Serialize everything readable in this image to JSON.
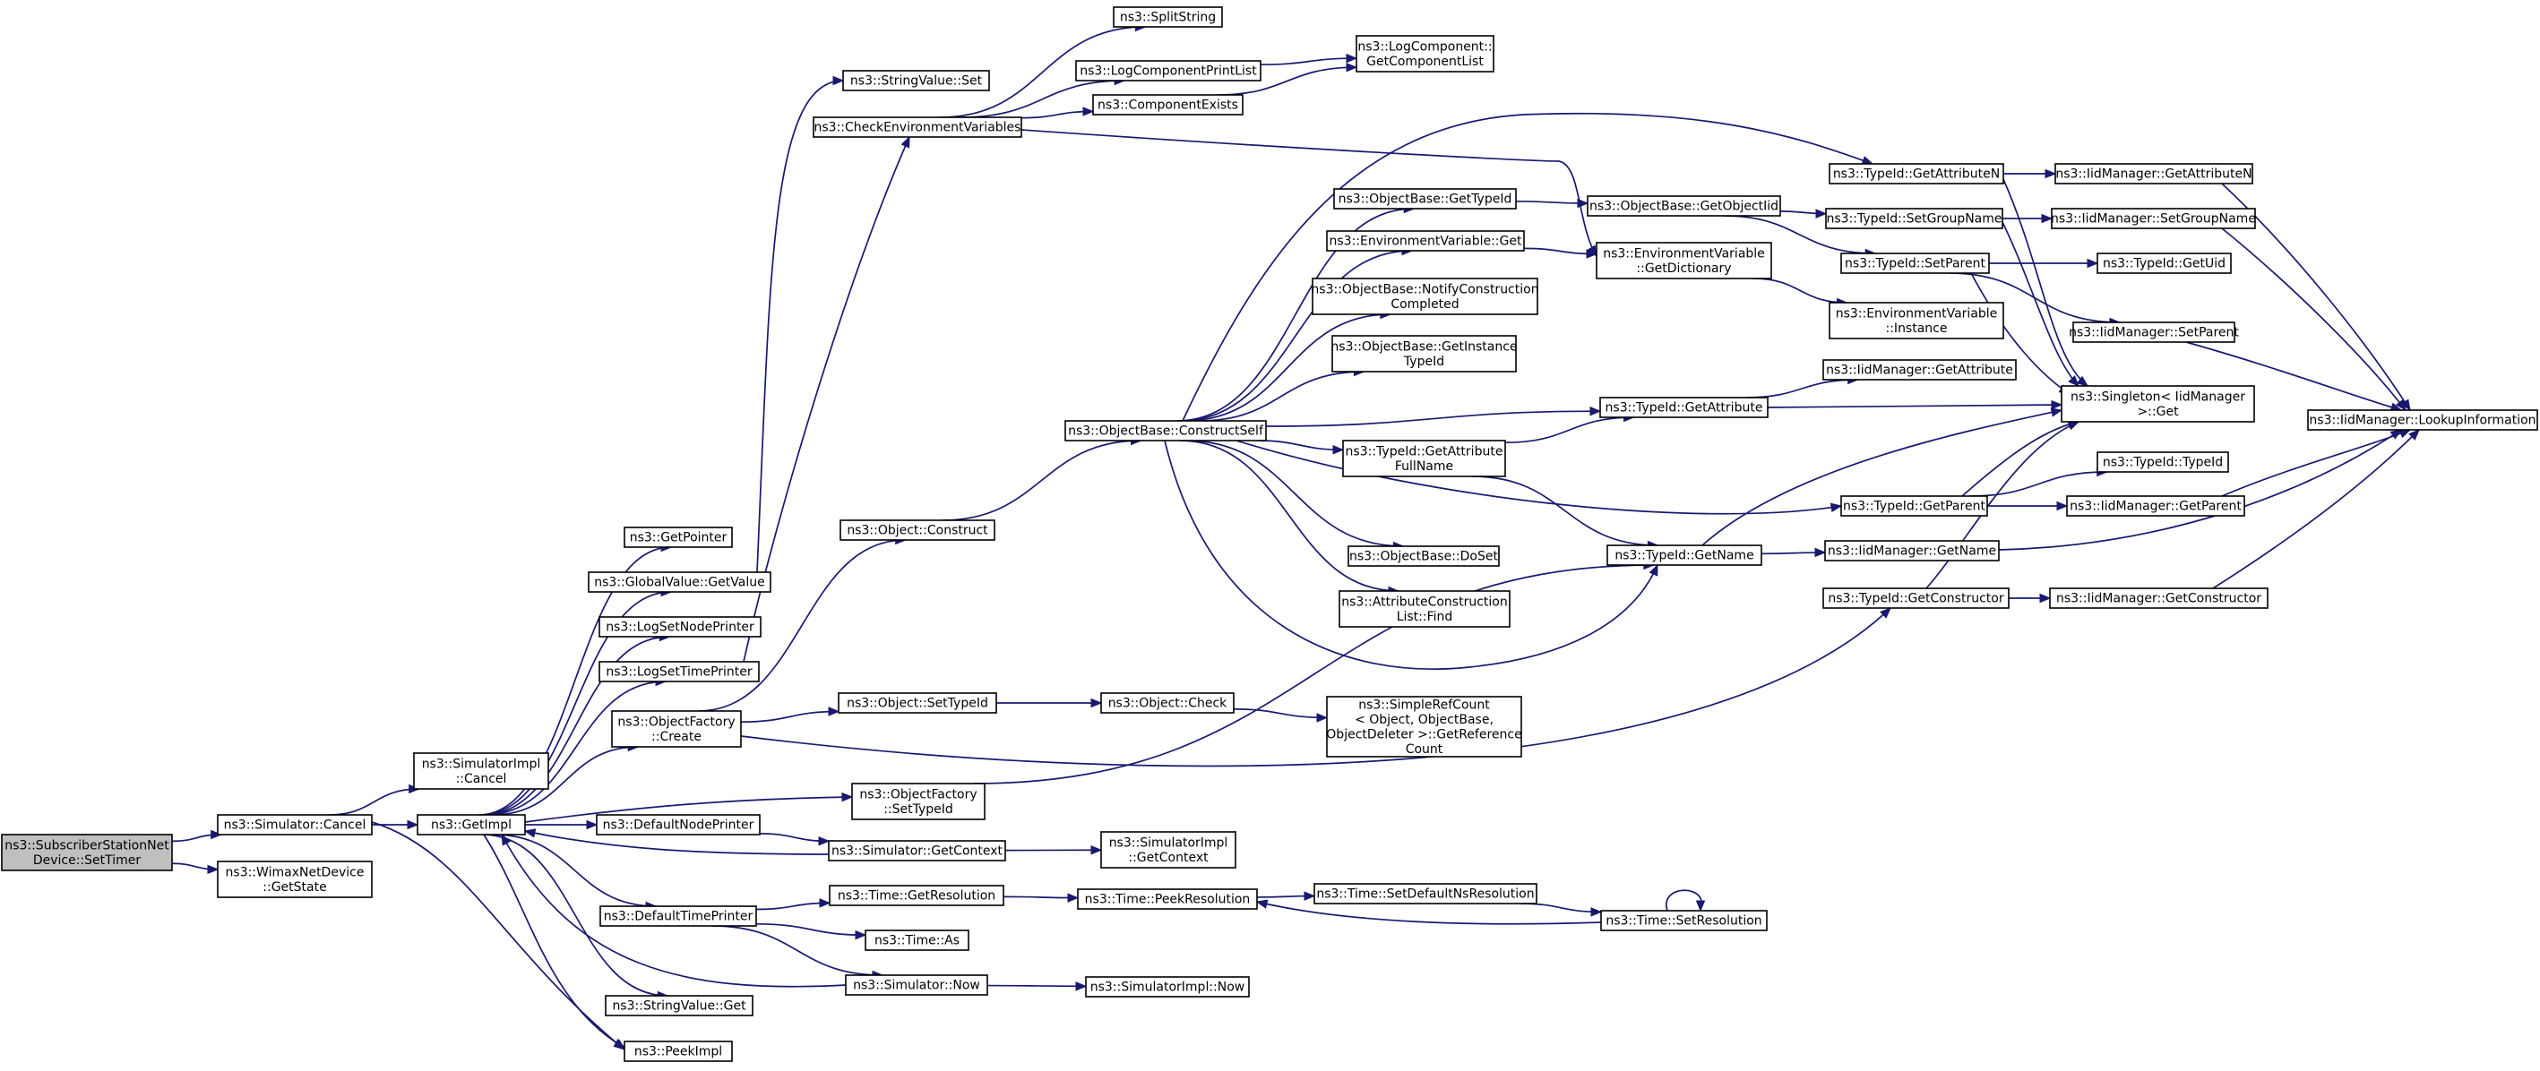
{
  "colors": {
    "edge": "#191970",
    "root_fill": "#bfbfbf",
    "node_fill": "#ffffff",
    "node_stroke": "#000000"
  },
  "nodes": [
    {
      "id": "root",
      "lines": [
        "ns3::SubscriberStationNet",
        "Device::SetTimer"
      ],
      "root": true
    },
    {
      "id": "simCancel",
      "lines": [
        "ns3::Simulator::Cancel"
      ]
    },
    {
      "id": "wimaxGetState",
      "lines": [
        "ns3::WimaxNetDevice",
        "::GetState"
      ]
    },
    {
      "id": "simImplCancel",
      "lines": [
        "ns3::SimulatorImpl",
        "::Cancel"
      ]
    },
    {
      "id": "getImpl",
      "lines": [
        "ns3::GetImpl"
      ]
    },
    {
      "id": "peekImpl",
      "lines": [
        "ns3::PeekImpl"
      ]
    },
    {
      "id": "getPointer",
      "lines": [
        "ns3::GetPointer"
      ]
    },
    {
      "id": "gvGetValue",
      "lines": [
        "ns3::GlobalValue::GetValue"
      ]
    },
    {
      "id": "logSetNode",
      "lines": [
        "ns3::LogSetNodePrinter"
      ]
    },
    {
      "id": "logSetTime",
      "lines": [
        "ns3::LogSetTimePrinter"
      ]
    },
    {
      "id": "objFactoryCreate",
      "lines": [
        "ns3::ObjectFactory",
        "::Create"
      ]
    },
    {
      "id": "defNodePrinter",
      "lines": [
        "ns3::DefaultNodePrinter"
      ]
    },
    {
      "id": "defTimePrinter",
      "lines": [
        "ns3::DefaultTimePrinter"
      ]
    },
    {
      "id": "strValGet",
      "lines": [
        "ns3::StringValue::Get"
      ]
    },
    {
      "id": "strValSet",
      "lines": [
        "ns3::StringValue::Set"
      ]
    },
    {
      "id": "checkEnv",
      "lines": [
        "ns3::CheckEnvironmentVariables"
      ]
    },
    {
      "id": "objConstruct",
      "lines": [
        "ns3::Object::Construct"
      ]
    },
    {
      "id": "objSetTypeId",
      "lines": [
        "ns3::Object::SetTypeId"
      ]
    },
    {
      "id": "ofSetTypeId",
      "lines": [
        "ns3::ObjectFactory",
        "::SetTypeId"
      ]
    },
    {
      "id": "simGetContext",
      "lines": [
        "ns3::Simulator::GetContext"
      ]
    },
    {
      "id": "timeGetRes",
      "lines": [
        "ns3::Time::GetResolution"
      ]
    },
    {
      "id": "timeAs",
      "lines": [
        "ns3::Time::As"
      ]
    },
    {
      "id": "simNow",
      "lines": [
        "ns3::Simulator::Now"
      ]
    },
    {
      "id": "splitString",
      "lines": [
        "ns3::SplitString"
      ]
    },
    {
      "id": "logCompPrint",
      "lines": [
        "ns3::LogComponentPrintList"
      ]
    },
    {
      "id": "compExists",
      "lines": [
        "ns3::ComponentExists"
      ]
    },
    {
      "id": "logCompGetList",
      "lines": [
        "ns3::LogComponent::",
        "GetComponentList"
      ]
    },
    {
      "id": "constructSelf",
      "lines": [
        "ns3::ObjectBase::ConstructSelf"
      ]
    },
    {
      "id": "objCheck",
      "lines": [
        "ns3::Object::Check"
      ]
    },
    {
      "id": "simImplGetContext",
      "lines": [
        "ns3::SimulatorImpl",
        "::GetContext"
      ]
    },
    {
      "id": "timePeekRes",
      "lines": [
        "ns3::Time::PeekResolution"
      ]
    },
    {
      "id": "simImplNow",
      "lines": [
        "ns3::SimulatorImpl::Now"
      ]
    },
    {
      "id": "obGetTypeId",
      "lines": [
        "ns3::ObjectBase::GetTypeId"
      ]
    },
    {
      "id": "envGet",
      "lines": [
        "ns3::EnvironmentVariable::Get"
      ]
    },
    {
      "id": "obNotify",
      "lines": [
        "ns3::ObjectBase::NotifyConstruction",
        "Completed"
      ]
    },
    {
      "id": "obGetInstance",
      "lines": [
        "ns3::ObjectBase::GetInstance",
        "TypeId"
      ]
    },
    {
      "id": "tidGetAttrFull",
      "lines": [
        "ns3::TypeId::GetAttribute",
        "FullName"
      ]
    },
    {
      "id": "obDoSet",
      "lines": [
        "ns3::ObjectBase::DoSet"
      ]
    },
    {
      "id": "attrConstrFind",
      "lines": [
        "ns3::AttributeConstruction",
        "List::Find"
      ]
    },
    {
      "id": "simpleRef",
      "lines": [
        "ns3::SimpleRefCount",
        "< Object, ObjectBase,",
        "ObjectDeleter >::GetReference",
        "Count"
      ]
    },
    {
      "id": "timeSetDefNs",
      "lines": [
        "ns3::Time::SetDefaultNsResolution"
      ]
    },
    {
      "id": "obGetObjectIid",
      "lines": [
        "ns3::ObjectBase::GetObjectIid"
      ]
    },
    {
      "id": "envGetDict",
      "lines": [
        "ns3::EnvironmentVariable",
        "::GetDictionary"
      ]
    },
    {
      "id": "tidGetAttr",
      "lines": [
        "ns3::TypeId::GetAttribute"
      ]
    },
    {
      "id": "tidGetName",
      "lines": [
        "ns3::TypeId::GetName"
      ]
    },
    {
      "id": "timeSetRes",
      "lines": [
        "ns3::Time::SetResolution"
      ]
    },
    {
      "id": "tidGetAttrN",
      "lines": [
        "ns3::TypeId::GetAttributeN"
      ]
    },
    {
      "id": "tidSetGroup",
      "lines": [
        "ns3::TypeId::SetGroupName"
      ]
    },
    {
      "id": "tidSetParent",
      "lines": [
        "ns3::TypeId::SetParent"
      ]
    },
    {
      "id": "envInstance",
      "lines": [
        "ns3::EnvironmentVariable",
        "::Instance"
      ]
    },
    {
      "id": "iidGetAttr",
      "lines": [
        "ns3::IidManager::GetAttribute"
      ]
    },
    {
      "id": "tidGetParent",
      "lines": [
        "ns3::TypeId::GetParent"
      ]
    },
    {
      "id": "iidGetName",
      "lines": [
        "ns3::IidManager::GetName"
      ]
    },
    {
      "id": "tidGetConstr",
      "lines": [
        "ns3::TypeId::GetConstructor"
      ]
    },
    {
      "id": "iidGetAttrN",
      "lines": [
        "ns3::IidManager::GetAttributeN"
      ]
    },
    {
      "id": "iidSetGroup",
      "lines": [
        "ns3::IidManager::SetGroupName"
      ]
    },
    {
      "id": "tidGetUid",
      "lines": [
        "ns3::TypeId::GetUid"
      ]
    },
    {
      "id": "iidSetParent",
      "lines": [
        "ns3::IidManager::SetParent"
      ]
    },
    {
      "id": "singletonGet",
      "lines": [
        "ns3::Singleton< IidManager",
        "  >::Get"
      ]
    },
    {
      "id": "tidTypeId",
      "lines": [
        "ns3::TypeId::TypeId"
      ]
    },
    {
      "id": "iidGetParent",
      "lines": [
        "ns3::IidManager::GetParent"
      ]
    },
    {
      "id": "iidGetConstr",
      "lines": [
        "ns3::IidManager::GetConstructor"
      ]
    },
    {
      "id": "iidLookup",
      "lines": [
        "ns3::IidManager::LookupInformation"
      ]
    }
  ],
  "edges": [
    [
      "root",
      "simCancel"
    ],
    [
      "root",
      "wimaxGetState"
    ],
    [
      "simCancel",
      "simImplCancel"
    ],
    [
      "simCancel",
      "getImpl"
    ],
    [
      "simCancel",
      "peekImpl"
    ],
    [
      "getImpl",
      "getPointer"
    ],
    [
      "getImpl",
      "gvGetValue"
    ],
    [
      "getImpl",
      "logSetNode"
    ],
    [
      "getImpl",
      "logSetTime"
    ],
    [
      "getImpl",
      "objFactoryCreate"
    ],
    [
      "getImpl",
      "defNodePrinter"
    ],
    [
      "getImpl",
      "defTimePrinter"
    ],
    [
      "getImpl",
      "strValGet"
    ],
    [
      "getImpl",
      "peekImpl"
    ],
    [
      "getImpl",
      "ofSetTypeId"
    ],
    [
      "gvGetValue",
      "strValSet"
    ],
    [
      "logSetTime",
      "checkEnv"
    ],
    [
      "objFactoryCreate",
      "objConstruct"
    ],
    [
      "objFactoryCreate",
      "objSetTypeId"
    ],
    [
      "objFactoryCreate",
      "tidGetConstr"
    ],
    [
      "defNodePrinter",
      "simGetContext"
    ],
    [
      "simGetContext",
      "getImpl"
    ],
    [
      "simGetContext",
      "simImplGetContext"
    ],
    [
      "defTimePrinter",
      "timeGetRes"
    ],
    [
      "defTimePrinter",
      "timeAs"
    ],
    [
      "defTimePrinter",
      "simNow"
    ],
    [
      "simNow",
      "getImpl"
    ],
    [
      "simNow",
      "simImplNow"
    ],
    [
      "checkEnv",
      "splitString"
    ],
    [
      "checkEnv",
      "logCompPrint"
    ],
    [
      "checkEnv",
      "compExists"
    ],
    [
      "checkEnv",
      "envGetDict"
    ],
    [
      "logCompPrint",
      "logCompGetList"
    ],
    [
      "compExists",
      "logCompGetList"
    ],
    [
      "objConstruct",
      "constructSelf"
    ],
    [
      "objSetTypeId",
      "objCheck"
    ],
    [
      "objCheck",
      "simpleRef"
    ],
    [
      "ofSetTypeId",
      "tidGetName"
    ],
    [
      "timeGetRes",
      "timePeekRes"
    ],
    [
      "timePeekRes",
      "timeSetDefNs"
    ],
    [
      "timeSetDefNs",
      "timeSetRes"
    ],
    [
      "timeSetRes",
      "timePeekRes"
    ],
    [
      "timeSetRes",
      "timeSetRes"
    ],
    [
      "constructSelf",
      "obGetTypeId"
    ],
    [
      "constructSelf",
      "envGet"
    ],
    [
      "constructSelf",
      "obNotify"
    ],
    [
      "constructSelf",
      "obGetInstance"
    ],
    [
      "constructSelf",
      "tidGetAttrFull"
    ],
    [
      "constructSelf",
      "obDoSet"
    ],
    [
      "constructSelf",
      "attrConstrFind"
    ],
    [
      "constructSelf",
      "tidGetAttr"
    ],
    [
      "constructSelf",
      "tidGetName"
    ],
    [
      "constructSelf",
      "tidGetParent"
    ],
    [
      "constructSelf",
      "tidGetAttrN"
    ],
    [
      "obGetTypeId",
      "obGetObjectIid"
    ],
    [
      "obGetObjectIid",
      "tidSetGroup"
    ],
    [
      "obGetObjectIid",
      "tidSetParent"
    ],
    [
      "envGet",
      "envGetDict"
    ],
    [
      "envGetDict",
      "envInstance"
    ],
    [
      "tidGetAttrFull",
      "tidGetAttr"
    ],
    [
      "tidGetAttrFull",
      "tidGetName"
    ],
    [
      "tidGetAttr",
      "iidGetAttr"
    ],
    [
      "tidGetAttr",
      "singletonGet"
    ],
    [
      "tidGetName",
      "iidGetName"
    ],
    [
      "tidGetName",
      "singletonGet"
    ],
    [
      "tidGetAttrN",
      "iidGetAttrN"
    ],
    [
      "tidGetAttrN",
      "singletonGet"
    ],
    [
      "tidSetGroup",
      "iidSetGroup"
    ],
    [
      "tidSetGroup",
      "singletonGet"
    ],
    [
      "tidSetParent",
      "tidGetUid"
    ],
    [
      "tidSetParent",
      "iidSetParent"
    ],
    [
      "tidSetParent",
      "singletonGet"
    ],
    [
      "tidGetParent",
      "tidTypeId"
    ],
    [
      "tidGetParent",
      "iidGetParent"
    ],
    [
      "tidGetParent",
      "singletonGet"
    ],
    [
      "tidGetConstr",
      "iidGetConstr"
    ],
    [
      "tidGetConstr",
      "singletonGet"
    ],
    [
      "iidGetAttrN",
      "iidLookup"
    ],
    [
      "iidSetGroup",
      "iidLookup"
    ],
    [
      "iidSetParent",
      "iidLookup"
    ],
    [
      "iidGetParent",
      "iidLookup"
    ],
    [
      "iidGetName",
      "iidLookup"
    ],
    [
      "iidGetConstr",
      "iidLookup"
    ]
  ]
}
